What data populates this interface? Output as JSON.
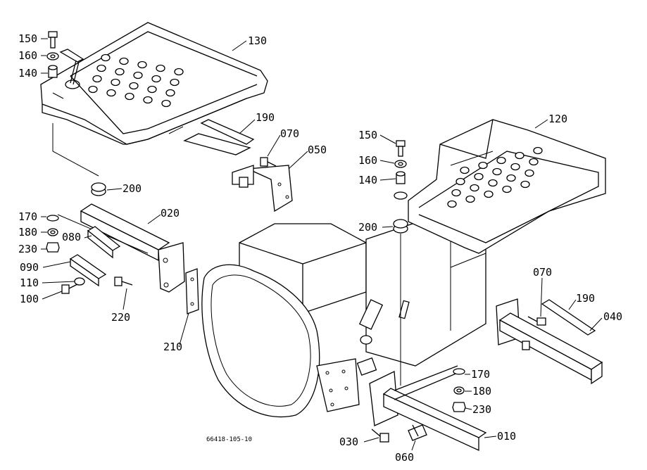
{
  "labels": [
    {
      "id": "150a",
      "text": "150"
    },
    {
      "id": "160a",
      "text": "160"
    },
    {
      "id": "140a",
      "text": "140"
    },
    {
      "id": "130",
      "text": "130"
    },
    {
      "id": "190a",
      "text": "190"
    },
    {
      "id": "070a",
      "text": "070"
    },
    {
      "id": "050",
      "text": "050"
    },
    {
      "id": "200a",
      "text": "200"
    },
    {
      "id": "020",
      "text": "020"
    },
    {
      "id": "170a",
      "text": "170"
    },
    {
      "id": "180a",
      "text": "180"
    },
    {
      "id": "230a",
      "text": "230"
    },
    {
      "id": "080",
      "text": "080"
    },
    {
      "id": "090",
      "text": "090"
    },
    {
      "id": "110",
      "text": "110"
    },
    {
      "id": "100",
      "text": "100"
    },
    {
      "id": "220",
      "text": "220"
    },
    {
      "id": "210",
      "text": "210"
    },
    {
      "id": "150b",
      "text": "150"
    },
    {
      "id": "160b",
      "text": "160"
    },
    {
      "id": "140b",
      "text": "140"
    },
    {
      "id": "200b",
      "text": "200"
    },
    {
      "id": "120",
      "text": "120"
    },
    {
      "id": "070b",
      "text": "070"
    },
    {
      "id": "190b",
      "text": "190"
    },
    {
      "id": "040",
      "text": "040"
    },
    {
      "id": "170b",
      "text": "170"
    },
    {
      "id": "180b",
      "text": "180"
    },
    {
      "id": "230b",
      "text": "230"
    },
    {
      "id": "010",
      "text": "010"
    },
    {
      "id": "030",
      "text": "030"
    },
    {
      "id": "060",
      "text": "060"
    }
  ],
  "drawing_code": "66418-105-10"
}
